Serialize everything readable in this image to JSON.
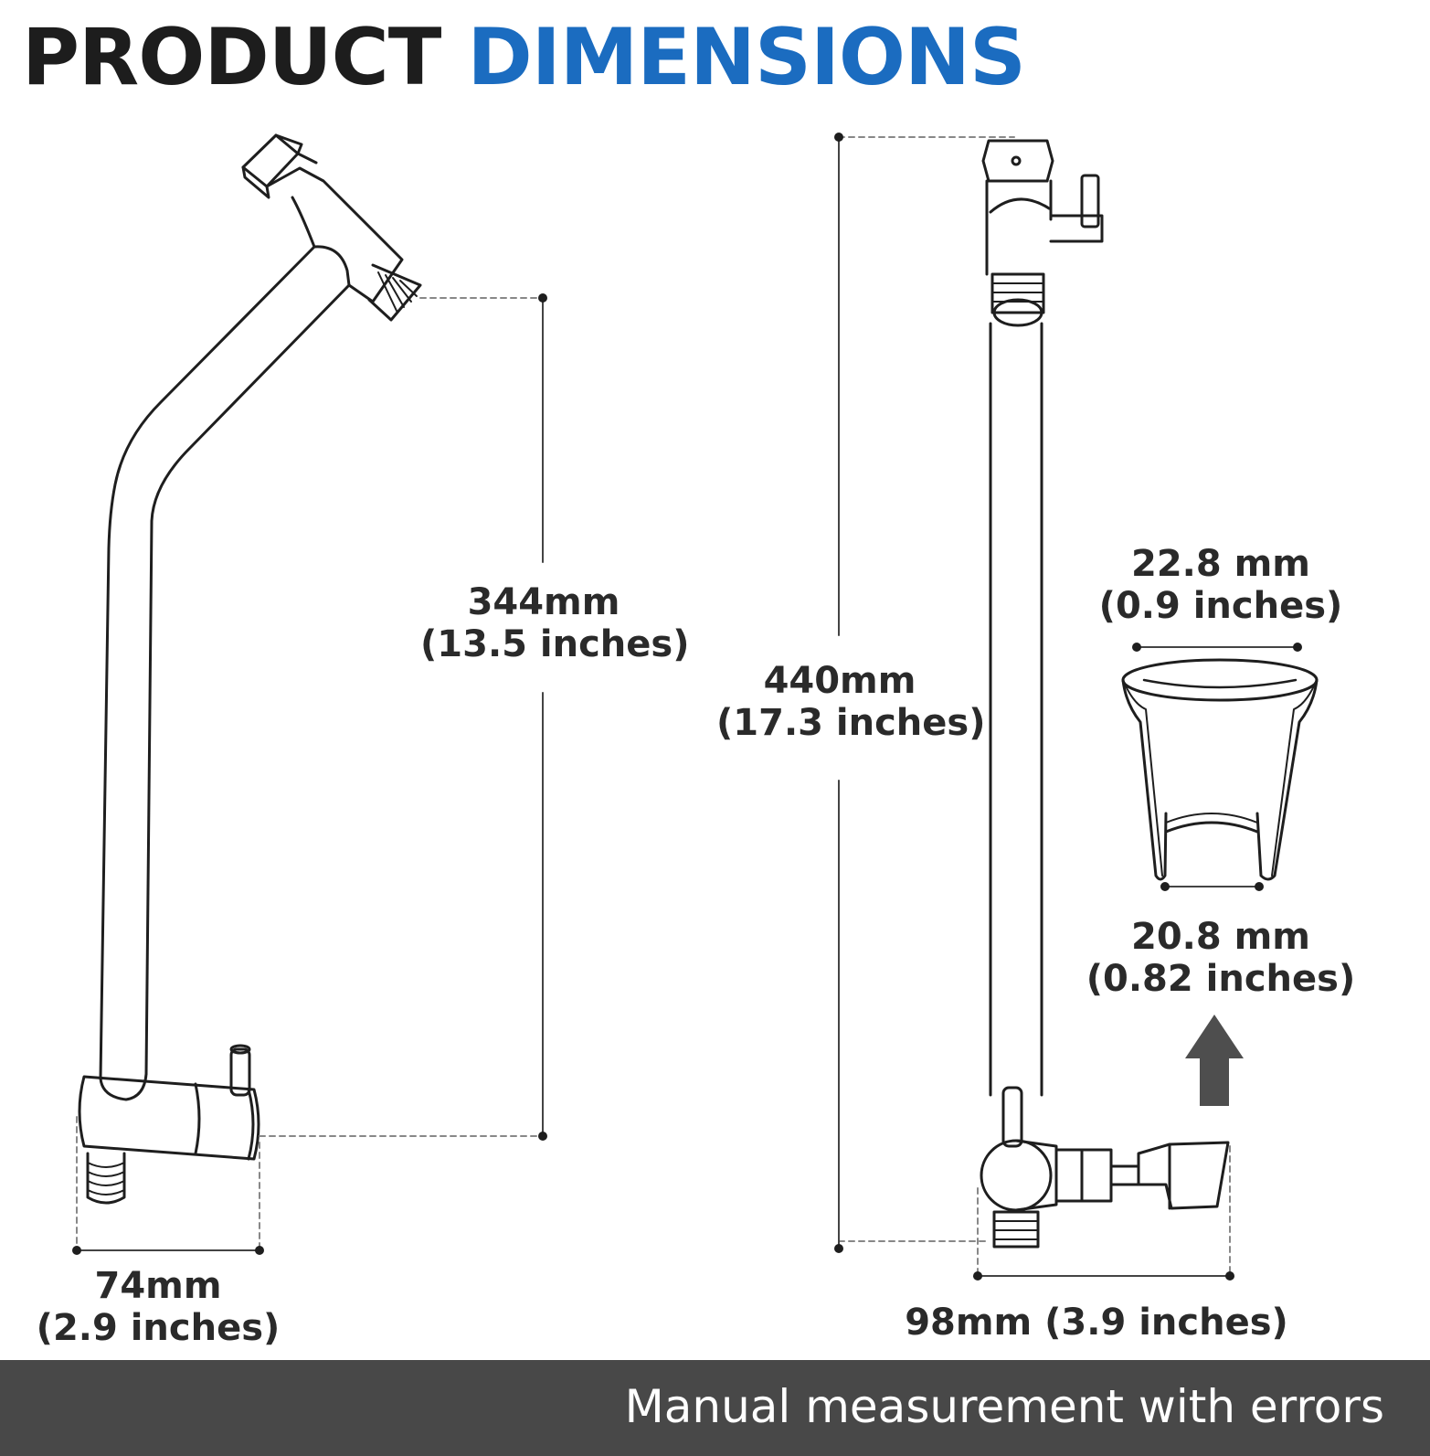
{
  "header": {
    "title_part1": "PRODUCT",
    "title_part2": "DIMENSIONS",
    "colors": {
      "title_dark": "#1d1d1d",
      "title_accent": "#1b6cc0"
    }
  },
  "dimensions": {
    "left_arm_height": {
      "metric": "344mm",
      "imperial": "(13.5 inches)"
    },
    "left_arm_base_width": {
      "metric": "74mm",
      "imperial": "(2.9 inches)"
    },
    "right_arm_height": {
      "metric": "440mm",
      "imperial": "(17.3 inches)"
    },
    "right_arm_width": {
      "label": "98mm (3.9 inches)"
    },
    "holder_top_diameter": {
      "metric": "22.8 mm",
      "imperial": "(0.9 inches)"
    },
    "holder_bottom_diameter": {
      "metric": "20.8 mm",
      "imperial": "(0.82 inches)"
    }
  },
  "icons": {
    "up_arrow": "arrow-up-icon"
  },
  "footer": {
    "note": "Manual measurement with errors",
    "colors": {
      "background": "#484848",
      "text": "#ffffff"
    }
  }
}
